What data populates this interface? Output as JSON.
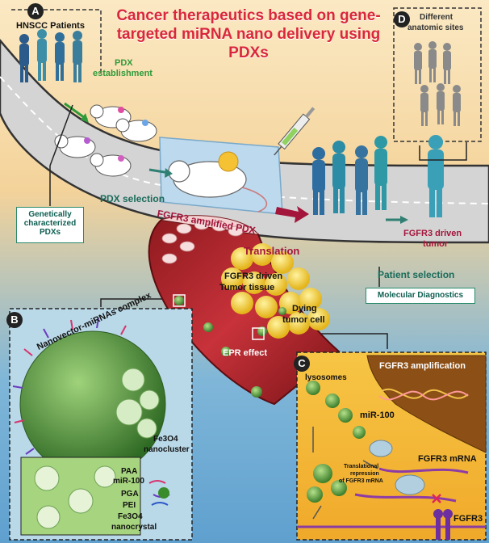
{
  "title": "Cancer therapeutics based on gene-targeted miRNA nano delivery using PDXs",
  "panel_a": {
    "badge": "A",
    "patients": "HNSCC Patients",
    "pdx_line1": "PDX",
    "pdx_line2": "establishment",
    "genetically_line1": "Genetically",
    "genetically_line2": "characterized",
    "genetically_line3": "PDXs",
    "pdx_selection": "PDX selection",
    "fgfr3_amplified": "FGFR3 amplified PDX",
    "translation": "Translation",
    "driven_tumor_line1": "FGFR3 driven",
    "driven_tumor_line2": "tumor",
    "patient_selection": "Patient selection",
    "molecular_diagnostics": "Molecular Diagnostics"
  },
  "panel_d": {
    "badge": "D",
    "line1": "Different",
    "line2": "anatomic sites"
  },
  "vessel": {
    "tissue_line1": "FGFR3 driven",
    "tissue_line2": "Tumor tissue",
    "dying_line1": "Dying",
    "dying_line2": "tumor cell",
    "epr": "EPR effect"
  },
  "panel_b": {
    "badge": "B",
    "complex": "Nanovector-miRNAs complex",
    "fe_nanocluster_line1": "Fe3O4",
    "fe_nanocluster_line2": "nanocluster",
    "paa": "PAA",
    "mir100": "miR-100",
    "pga": "PGA",
    "pei": "PEI",
    "fe_nanocrystal_line1": "Fe3O4",
    "fe_nanocrystal_line2": "nanocrystal"
  },
  "panel_c": {
    "badge": "C",
    "lysosomes": "lysosomes",
    "amplification": "FGFR3 amplification",
    "mir100": "miR-100",
    "mrna": "FGFR3 mRNA",
    "repression_line1": "Translational",
    "repression_line2": "repression",
    "repression_line3": "of FGFR3 mRNA",
    "fgfr3": "FGFR3"
  },
  "colors": {
    "title_red": "#d9273b",
    "green_label": "#2f9a3a",
    "maroon_label": "#a3153b",
    "nanoparticle_green": "#4a9a3a",
    "vessel_red": "#b8232b"
  }
}
